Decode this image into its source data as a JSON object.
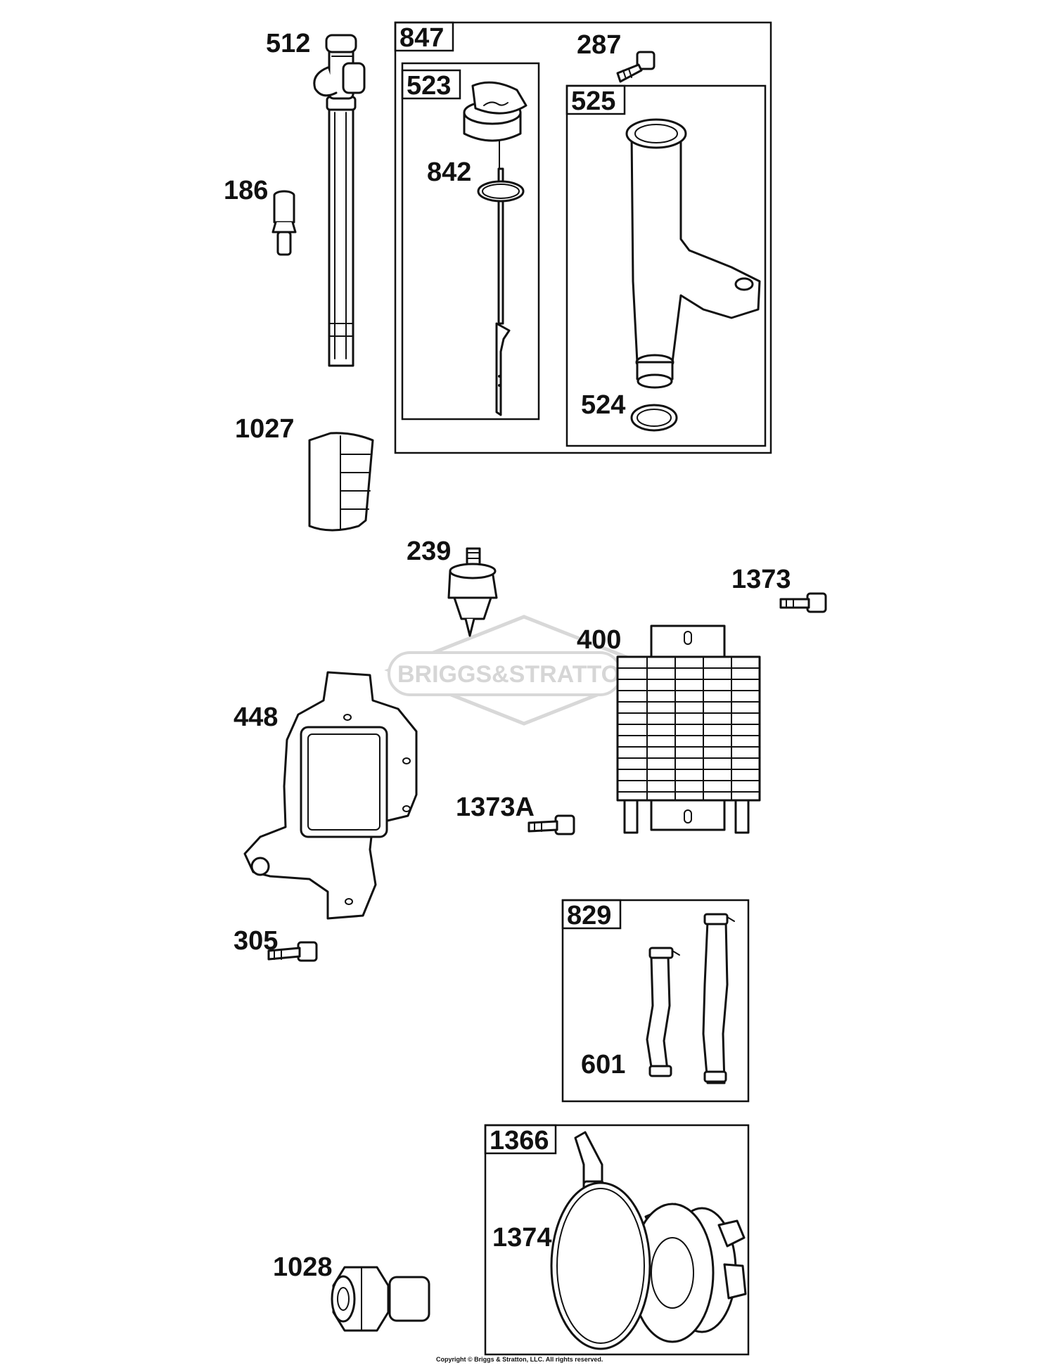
{
  "labels": {
    "p512": "512",
    "p186": "186",
    "p847": "847",
    "p523": "523",
    "p842": "842",
    "p287": "287",
    "p525": "525",
    "p524": "524",
    "p1027": "1027",
    "p239": "239",
    "p1373": "1373",
    "p400": "400",
    "p448": "448",
    "p1373A": "1373A",
    "p305": "305",
    "p829": "829",
    "p601": "601",
    "p1366": "1366",
    "p1374": "1374",
    "p1028": "1028"
  },
  "watermark": "BRIGGS&STRATTON",
  "copyright": "Copyright © Briggs & Stratton, LLC. All rights reserved.",
  "icons": [
    "dipstick-tube-icon",
    "breather-fitting-icon",
    "oil-cap-icon",
    "o-ring-icon",
    "oil-fill-tube-icon",
    "screw-icon",
    "oil-filter-icon",
    "oil-pressure-switch-icon",
    "oil-cooler-icon",
    "gasket-icon",
    "hose-icon",
    "filter-adapter-icon",
    "nipple-fitting-icon"
  ],
  "colors": {
    "line": "#111111",
    "watermark": "#d8d8d8",
    "background": "#ffffff"
  }
}
